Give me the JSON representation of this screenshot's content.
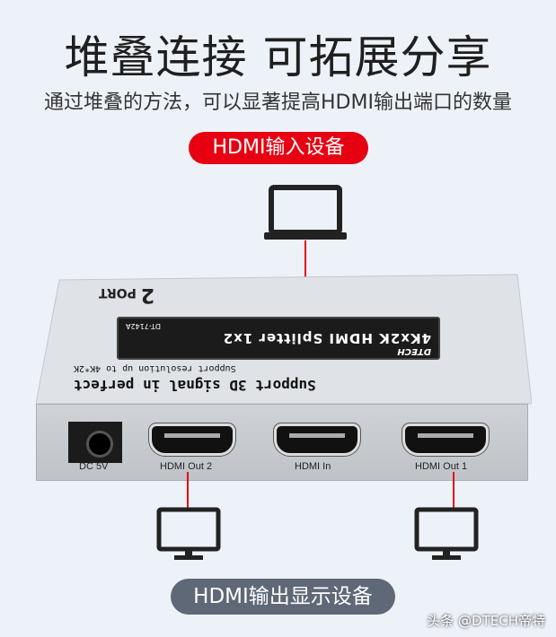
{
  "title": "堆叠连接 可拓展分享",
  "subtitle": "通过堆叠的方法，可以显著提高HDMI输出端口的数量",
  "input_label": "HDMI输入设备",
  "output_label": "HDMI输出显示设备",
  "accent_color": "#e60012",
  "device": {
    "port_count_label": "2",
    "port_word": "PORT",
    "brand": "DTECH",
    "product_name": "4Kx2K HDMI Splitter 1x2",
    "model": "DT-7142A",
    "tagline_1": "Support 3D signal in perfect",
    "tagline_2": "Support resolution up to 4K*2K",
    "ports": [
      {
        "label": "DC 5V"
      },
      {
        "label": "HDMI Out 2"
      },
      {
        "label": "HDMI In"
      },
      {
        "label": "HDMI Out 1"
      }
    ]
  },
  "icons": {
    "input": "laptop-icon",
    "outputs": [
      "monitor-icon",
      "monitor-icon"
    ]
  },
  "watermark": "头条 @DTECH帝特"
}
